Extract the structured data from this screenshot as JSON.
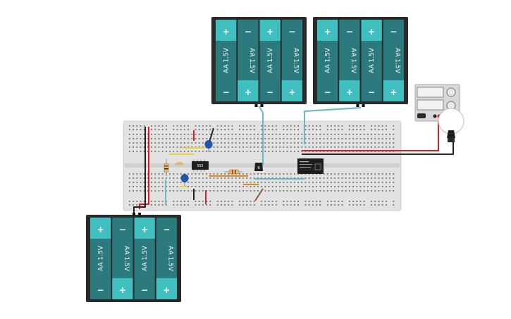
{
  "canvas": {
    "background": "#ffffff"
  },
  "battery_cell_label": "AA 1.5V",
  "battery_pack_count": 3,
  "cells_per_pack": 4,
  "plus_sign": "+",
  "minus_sign": "−",
  "timer_chip_label": "555",
  "transistor_label": "N",
  "relay_label": "Relay",
  "colors": {
    "cell_dark": "#2b7a7d",
    "cell_light": "#3fbfbf",
    "pack_frame": "#2a2a2a",
    "breadboard": "#e2e2e2",
    "wire_red": "#d42020",
    "wire_black": "#222222",
    "wire_blue": "#6ab8c8",
    "wire_yellow": "#e8d23a",
    "wire_orange": "#e08a1e",
    "capacitor": "#2455a4",
    "chip": "#1e1e1e"
  }
}
